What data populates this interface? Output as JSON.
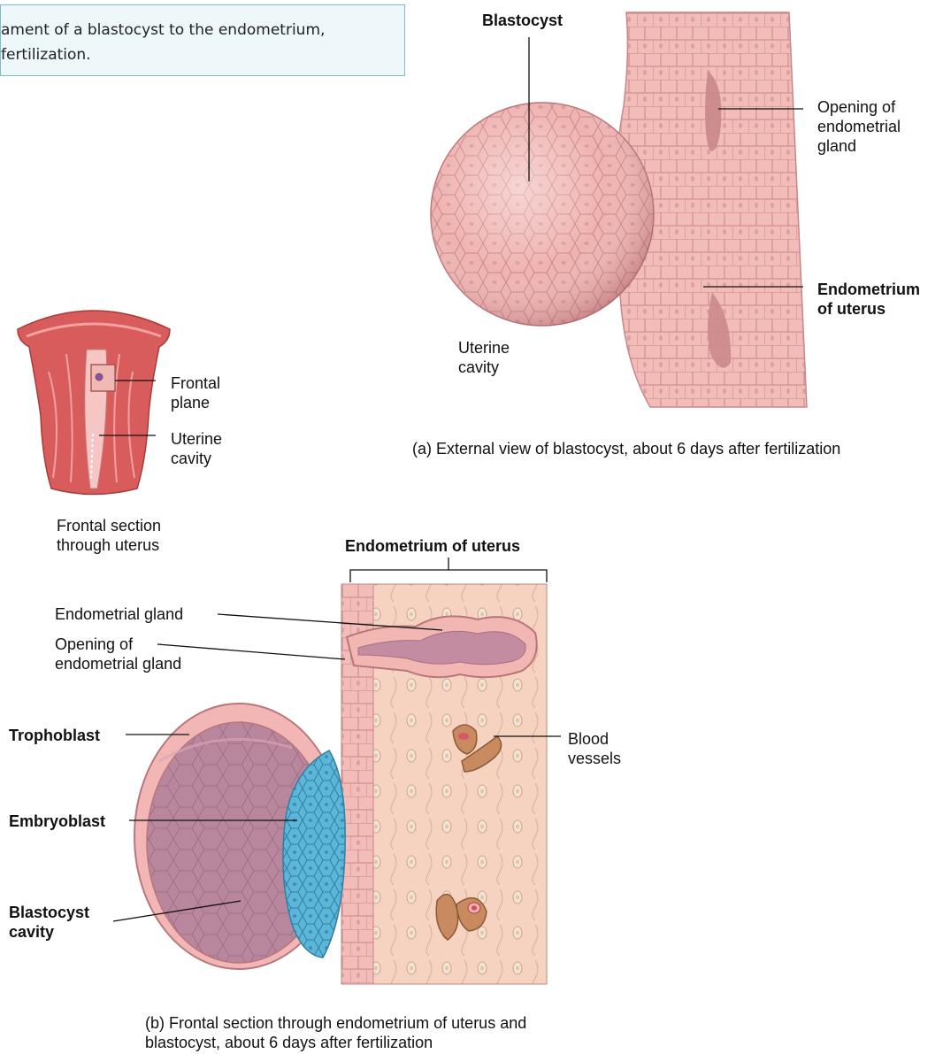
{
  "intro": {
    "text_line1": "ament of a blastocyst to the endometrium,",
    "text_line2": "fertilization."
  },
  "panel_a": {
    "label_blastocyst": "Blastocyst",
    "label_opening_gland": "Opening of\nendometrial\ngland",
    "label_endometrium": "Endometrium\nof uterus",
    "label_uterine_cavity": "Uterine\ncavity",
    "caption": "(a) External view of blastocyst, about 6 days after fertilization"
  },
  "inset": {
    "label_frontal_plane": "Frontal\nplane",
    "label_uterine_cavity": "Uterine\ncavity",
    "caption": "Frontal section\nthrough uterus"
  },
  "panel_b": {
    "label_endometrium": "Endometrium of uterus",
    "label_endometrial_gland": "Endometrial gland",
    "label_opening_gland": "Opening of\nendometrial gland",
    "label_trophoblast": "Trophoblast",
    "label_embryoblast": "Embryoblast",
    "label_blastocyst_cavity": "Blastocyst\ncavity",
    "label_blood_vessels": "Blood\nvessels",
    "caption": "(b) Frontal section through endometrium of uterus and\n     blastocyst, about 6 days after fertilization"
  },
  "colors": {
    "tissue_pink": "#f0b7b4",
    "tissue_dark": "#c97f80",
    "stroma": "#f6d2c0",
    "embryoblast_blue": "#5fb8d8",
    "cavity_purple": "#b9869d",
    "vessel_brown": "#c98a5f",
    "uterus_red": "#d95c5c",
    "caption_box_bg": "#eef7f9",
    "caption_box_border": "#7fbccb"
  }
}
